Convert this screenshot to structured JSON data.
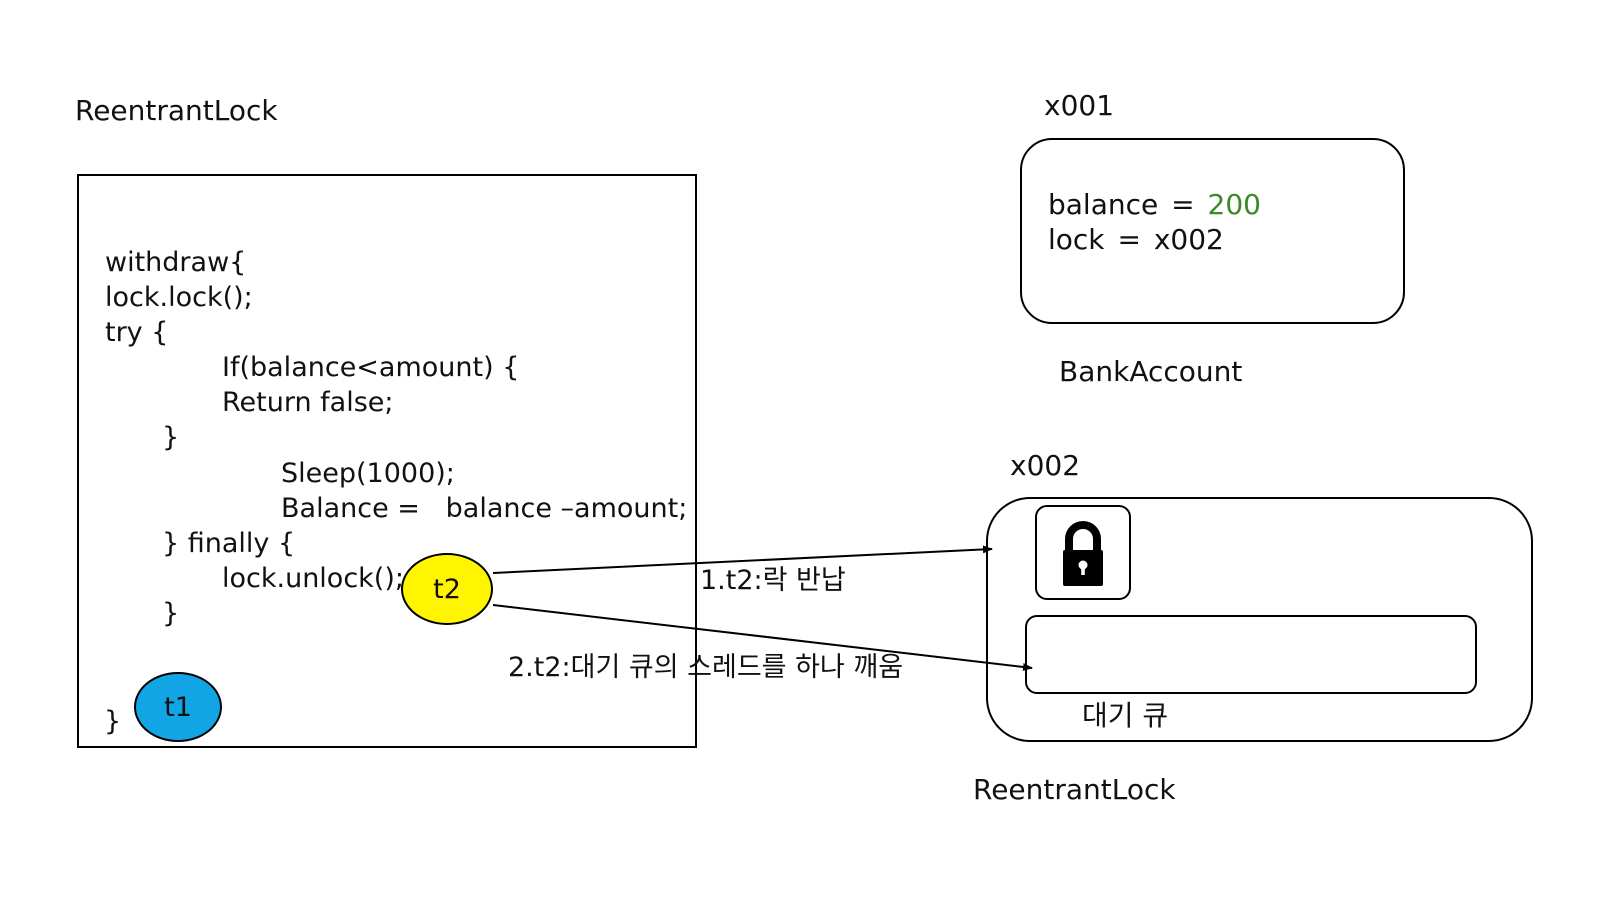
{
  "left": {
    "title": "ReentrantLock",
    "code_lines": [
      "withdraw{",
      "lock.lock();",
      "try {",
      "If(balance<amount) {",
      "Return false;",
      "}",
      "Sleep(1000);",
      "Balance =   balance –amount;",
      "} finally {",
      "lock.unlock();",
      "}",
      "}"
    ]
  },
  "threads": {
    "t1": {
      "label": "t1",
      "color": "#12A5E6"
    },
    "t2": {
      "label": "t2",
      "color": "#FFF500"
    }
  },
  "bank_account": {
    "address": "x001",
    "balance_label": "balance",
    "balance_eq": "=",
    "balance_value": "200",
    "balance_color": "#3A8A2A",
    "lock_label": "lock",
    "lock_eq": "=",
    "lock_value": "x002",
    "caption": "BankAccount"
  },
  "reentrant_lock": {
    "address": "x002",
    "lock_icon": "padlock-icon",
    "queue_label": "대기 큐",
    "caption": "ReentrantLock"
  },
  "arrows": {
    "return_lock": "1.t2:락 반납",
    "wake_thread": "2.t2:대기 큐의 스레드를 하나 깨움"
  }
}
